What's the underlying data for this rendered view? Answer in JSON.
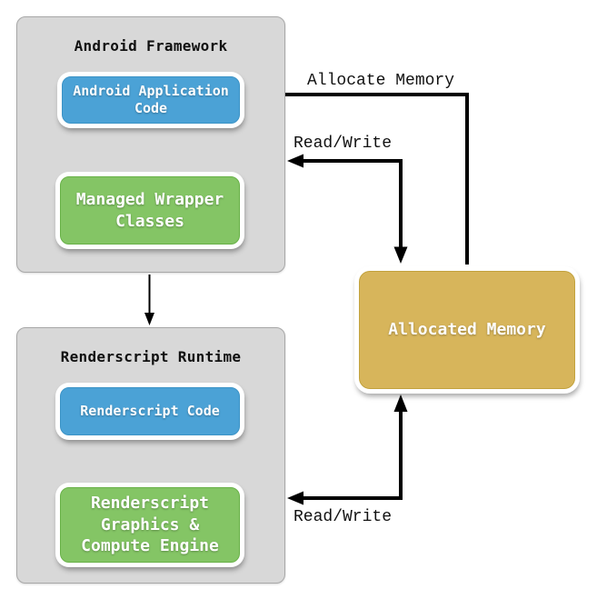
{
  "containers": [
    {
      "title": "Android Framework",
      "boxes": [
        {
          "label": "Android Application Code",
          "type": "blue"
        },
        {
          "label": "Managed Wrapper Classes",
          "type": "green"
        }
      ]
    },
    {
      "title": "Renderscript Runtime",
      "boxes": [
        {
          "label": "Renderscript Code",
          "type": "blue"
        },
        {
          "label": "Renderscript Graphics & Compute Engine",
          "type": "green"
        }
      ]
    }
  ],
  "memory_box": {
    "label": "Allocated Memory",
    "type": "gold"
  },
  "arrows": {
    "allocate_memory_label": "Allocate Memory",
    "read_write_top_label": "Read/Write",
    "read_write_bottom_label": "Read/Write"
  },
  "colors": {
    "container_bg": "#d8d8d8",
    "container_border": "#a8a8a8",
    "blue_box": "#4ba2d6",
    "blue_box_border": "#3b93c6",
    "green_box": "#84c565",
    "green_box_border": "#68b147",
    "gold_box": "#d7b55b",
    "gold_box_border": "#c2a23d",
    "arrow": "#000000",
    "label_text": "#111111",
    "box_text": "#ffffff"
  }
}
